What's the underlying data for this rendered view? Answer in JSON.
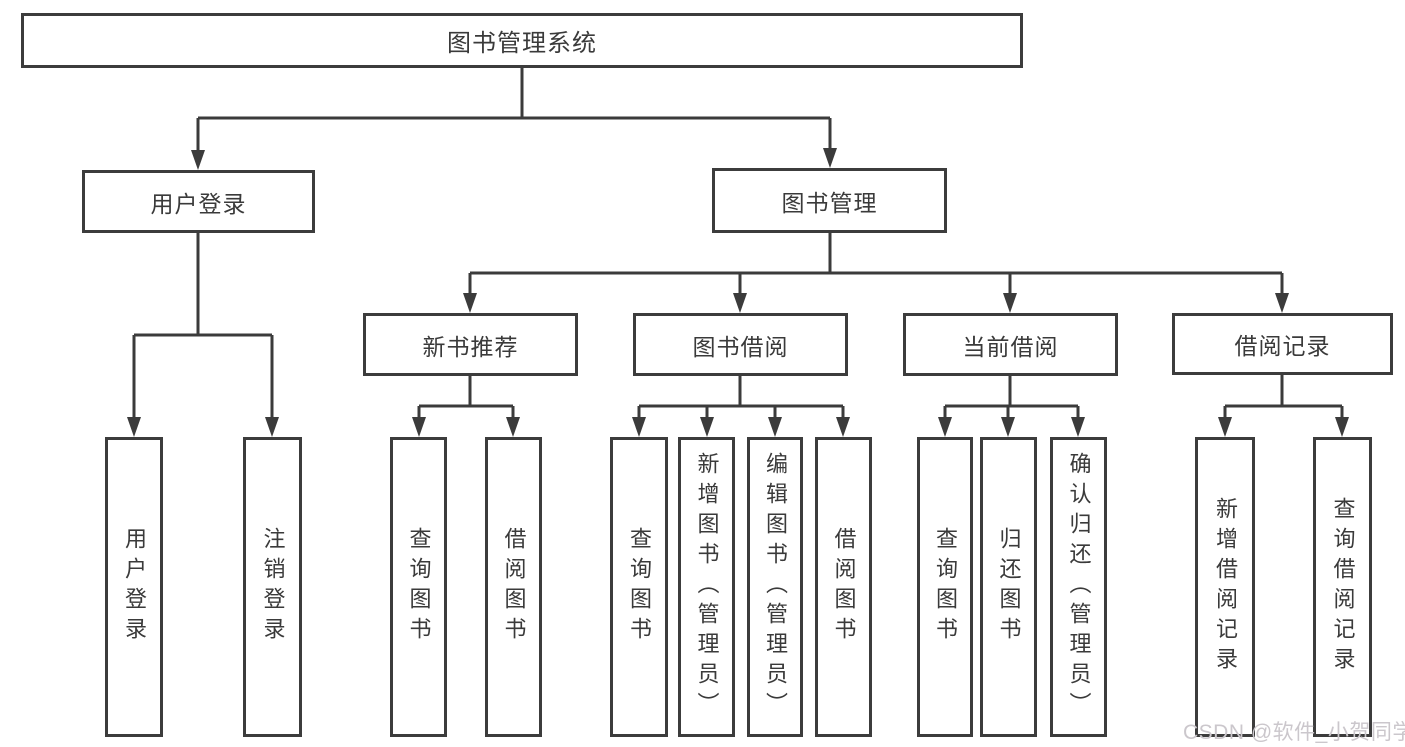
{
  "tree": {
    "label": "图书管理系统",
    "children": [
      {
        "label": "用户登录",
        "children": [
          {
            "label": "用户登录"
          },
          {
            "label": "注销登录"
          }
        ]
      },
      {
        "label": "图书管理",
        "children": [
          {
            "label": "新书推荐",
            "children": [
              {
                "label": "查询图书"
              },
              {
                "label": "借阅图书"
              }
            ]
          },
          {
            "label": "图书借阅",
            "children": [
              {
                "label": "查询图书"
              },
              {
                "label": "新增图书（管理员）"
              },
              {
                "label": "编辑图书（管理员）"
              },
              {
                "label": "借阅图书"
              }
            ]
          },
          {
            "label": "当前借阅",
            "children": [
              {
                "label": "查询图书"
              },
              {
                "label": "归还图书"
              },
              {
                "label": "确认归还（管理员）"
              }
            ]
          },
          {
            "label": "借阅记录",
            "children": [
              {
                "label": "新增借阅记录"
              },
              {
                "label": "查询借阅记录"
              }
            ]
          }
        ]
      }
    ]
  },
  "watermark": {
    "text": "CSDN @软件_小贺同学"
  },
  "colors": {
    "line": "#3b3b3b",
    "box_border": "#3c3c3c",
    "text": "#3a3a3a",
    "watermark_text": "#cbc7cc",
    "background": "#ffffff"
  }
}
